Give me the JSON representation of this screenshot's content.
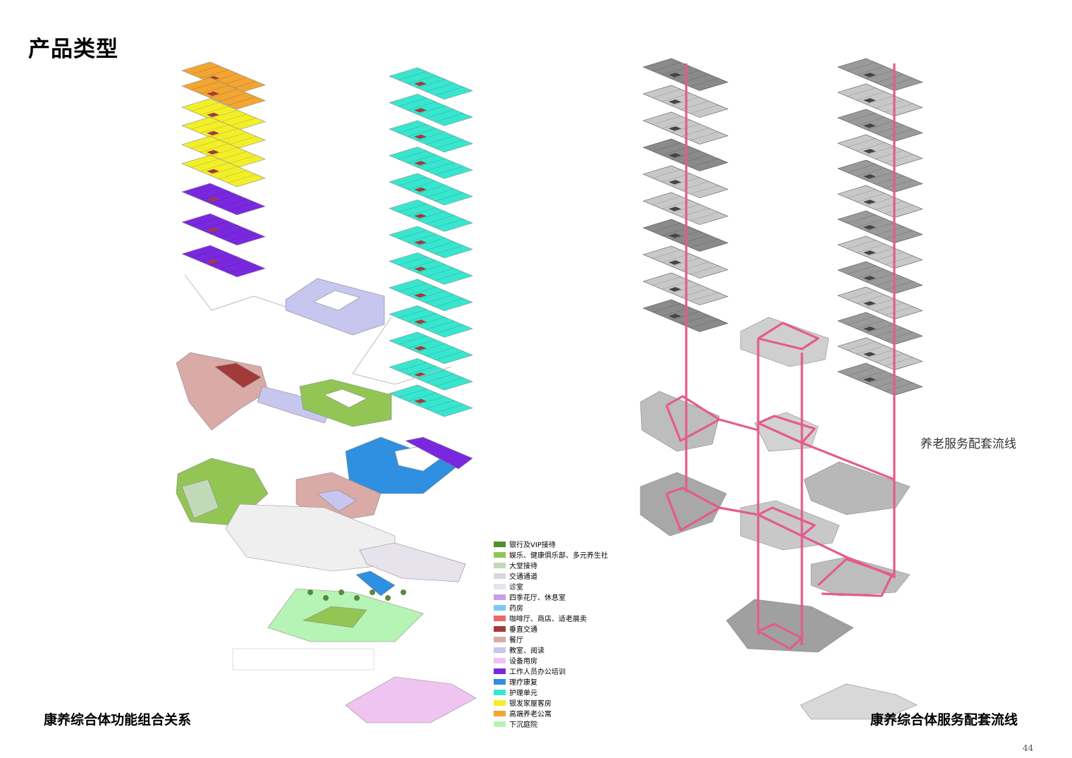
{
  "page": {
    "title": "产品类型",
    "left_caption": "康养综合体功能组合关系",
    "right_caption": "康养综合体服务配套流线",
    "flow_label": "养老服务配套流线",
    "page_number": "44"
  },
  "legend": [
    {
      "label": "银行及VIP接待",
      "color": "#4f8f2a"
    },
    {
      "label": "娱乐、健康俱乐部、多元养生社",
      "color": "#92c554"
    },
    {
      "label": "大堂接待",
      "color": "#c2d9b8"
    },
    {
      "label": "交通通道",
      "color": "#d7d7d7"
    },
    {
      "label": "诊室",
      "color": "#e6e3ec"
    },
    {
      "label": "四季花厅、休息室",
      "color": "#c79ee3"
    },
    {
      "label": "药房",
      "color": "#7cc7f2"
    },
    {
      "label": "咖啡厅、商店、适老展卖",
      "color": "#ee6666"
    },
    {
      "label": "垂直交通",
      "color": "#a33a3a"
    },
    {
      "label": "餐厅",
      "color": "#d9aaa6"
    },
    {
      "label": "教室、阅读",
      "color": "#c6c6ef"
    },
    {
      "label": "设备用房",
      "color": "#f0c4f0"
    },
    {
      "label": "工作人员办公培训",
      "color": "#7a28e0"
    },
    {
      "label": "理疗康复",
      "color": "#2f8fe0"
    },
    {
      "label": "护理单元",
      "color": "#38e6cf"
    },
    {
      "label": "银发家屋客房",
      "color": "#f2ef2a"
    },
    {
      "label": "高端养老公寓",
      "color": "#f2a532"
    },
    {
      "label": "下沉庭院",
      "color": "#b6f4b6"
    }
  ],
  "colors": {
    "flow_line": "#e45b8e",
    "apartment": "#f2a532",
    "guest_room": "#f2ef2a",
    "staff": "#7a28e0",
    "nursing": "#38e6cf",
    "vertical": "#a33a3a",
    "classroom": "#c6c6ef",
    "dining": "#d9aaa6",
    "cafe": "#ee6666",
    "club": "#92c554",
    "therapy": "#2f8fe0",
    "courtyard": "#b6f4b6",
    "equipment": "#f0c4f0",
    "gray_dark": "#8a8a8a",
    "gray_light": "#c8c8c8"
  }
}
